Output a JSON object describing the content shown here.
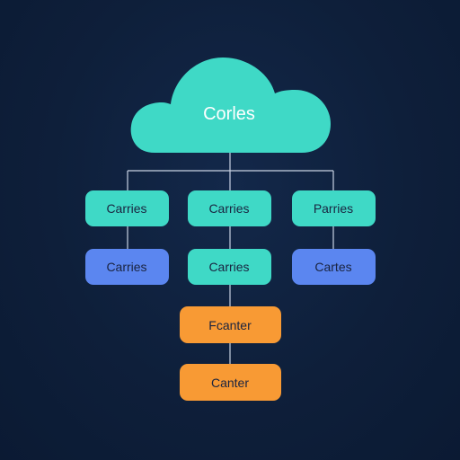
{
  "colors": {
    "background": "#0e1f3a",
    "teal": "#3fd9c6",
    "blue": "#5b86f0",
    "orange": "#f89a34",
    "connector": "#c9d3e3"
  },
  "cloud": {
    "label": "Corles",
    "icon": "cloud-icon"
  },
  "row1": [
    {
      "label": "Carries",
      "color": "teal"
    },
    {
      "label": "Carries",
      "color": "teal"
    },
    {
      "label": "Parries",
      "color": "teal"
    }
  ],
  "row2": [
    {
      "label": "Carries",
      "color": "blue"
    },
    {
      "label": "Carries",
      "color": "teal"
    },
    {
      "label": "Cartes",
      "color": "blue"
    }
  ],
  "chain": [
    {
      "label": "Fcanter",
      "color": "orange"
    },
    {
      "label": "Canter",
      "color": "orange"
    }
  ]
}
